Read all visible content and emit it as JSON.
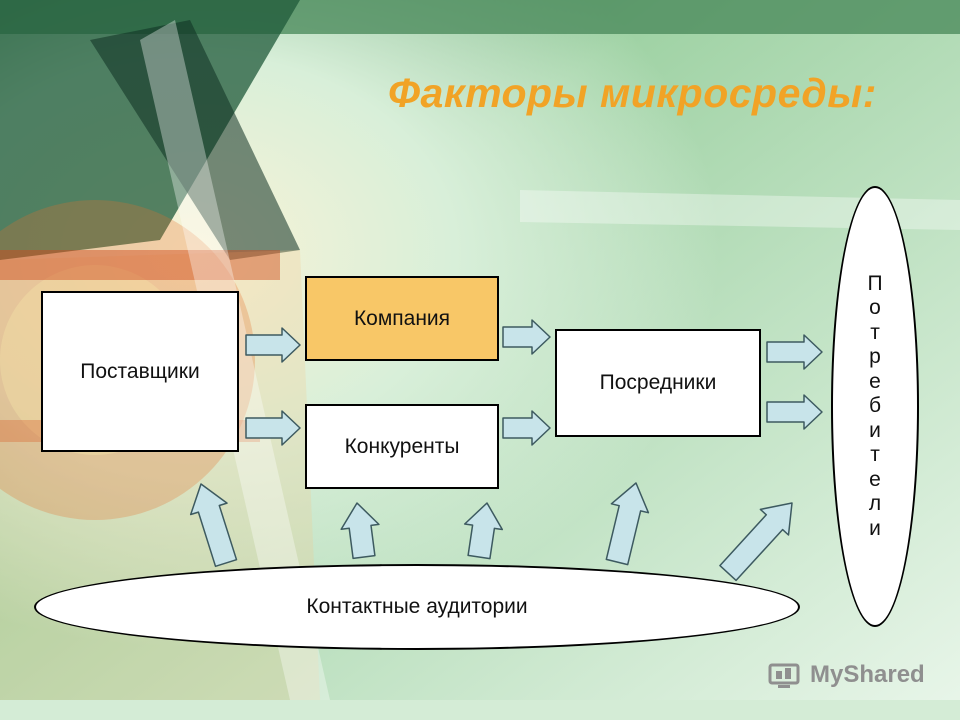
{
  "slide": {
    "title": "Факторы микросреды:"
  },
  "nodes": {
    "suppliers": "Поставщики",
    "company": "Компания",
    "competitors": "Конкуренты",
    "intermediaries": "Посредники",
    "audiences": "Контактные аудитории",
    "consumers_letters": [
      "П",
      "о",
      "т",
      "р",
      "е",
      "б",
      "и",
      "т",
      "е",
      "л",
      "и"
    ]
  },
  "watermark": {
    "text": "MyShared"
  },
  "colors": {
    "title": "#f1a326",
    "company_fill": "#f8c767",
    "arrow_fill": "#c8e4ea",
    "arrow_stroke": "#3d5a60"
  }
}
